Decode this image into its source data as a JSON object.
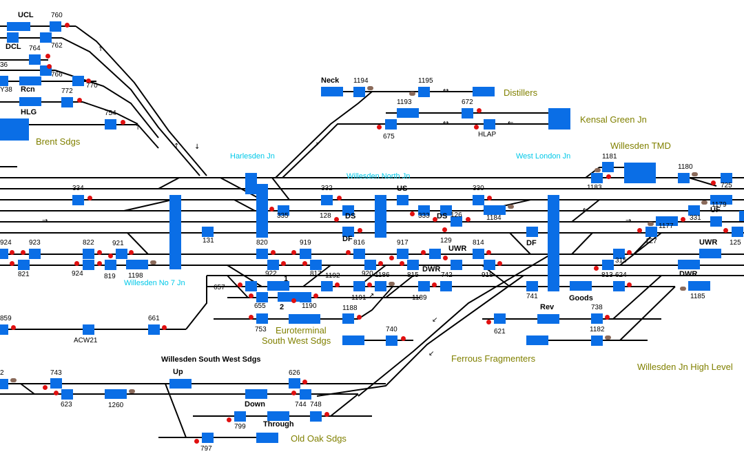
{
  "view": {
    "title": "Willesden signalling panel",
    "background": "#ffffff",
    "colors": {
      "track": "#000000",
      "berth": "#0a6ee6",
      "signal": "#e01010",
      "ground_signal": "#8a6a5a",
      "junction_label": "#00c8e8",
      "location_label": "#808000"
    }
  },
  "areas": {
    "brent": "Brent Sdgs",
    "distillers": "Distillers",
    "kensal": "Kensal Green Jn",
    "tmd": "Willesden TMD",
    "euro1": "Euroterminal",
    "euro2": "South West Sdgs",
    "ferrous": "Ferrous Fragmenters",
    "highlevel": "Willesden Jn High Level",
    "oldoak": "Old Oak Sdgs"
  },
  "junctions": {
    "harlesden": "Harlesden Jn",
    "north": "Willesden North Jn",
    "westlondon": "West London Jn",
    "no7": "Willesden No 7 Jn"
  },
  "lines": {
    "ucl": "UCL",
    "dcl": "DCL",
    "rcn": "Rcn",
    "hlg": "HLG",
    "neck": "Neck",
    "us": "US",
    "ds1": "DS",
    "ds2": "DS",
    "df1": "DF",
    "df2": "DF",
    "uwr1": "UWR",
    "uwr2": "UWR",
    "dwr1": "DWR",
    "dwr2": "DWR",
    "uf": "UF",
    "goods": "Goods",
    "rev": "Rev",
    "up": "Up",
    "down": "Down",
    "through": "Through",
    "swsdgs": "Willesden South West Sdgs",
    "one": "1",
    "two": "2"
  },
  "berth_ids": {
    "s760": "760",
    "s762": "762",
    "s764": "764",
    "s36": "36",
    "s766": "766",
    "y38": "Y38",
    "s770": "770",
    "s772": "772",
    "s754": "754",
    "s1194": "1194",
    "s1195": "1195",
    "s1193": "1193",
    "s672": "672",
    "s675": "675",
    "hlap": "HLAP",
    "s334": "334",
    "s332": "332",
    "s128": "128",
    "s335": "335",
    "s333": "333",
    "s126": "126",
    "s129": "129",
    "s330": "330",
    "s1184": "1184",
    "s131": "131",
    "s1181": "1181",
    "s1183": "1183",
    "s1180": "1180",
    "s725": "725",
    "s1179": "1179",
    "s331": "331",
    "s1177": "1177",
    "s127": "127",
    "s125": "125",
    "s924a": "924",
    "s923": "923",
    "s821": "821",
    "s822": "822",
    "s924b": "924",
    "s921": "921",
    "s819": "819",
    "s1198": "1198",
    "s820": "820",
    "s922": "922",
    "s919": "919",
    "s817": "817",
    "s816": "816",
    "s920": "920",
    "s917": "917",
    "s1186": "1186",
    "s815": "815",
    "s814": "814",
    "s918": "918",
    "s742": "742",
    "s657": "657",
    "s655": "655",
    "s1192": "1192",
    "s1190": "1190",
    "s1191": "1191",
    "s1189": "1189",
    "s741": "741",
    "s315": "315",
    "s813": "813",
    "s624": "624",
    "s1185": "1185",
    "s859": "859",
    "s661": "661",
    "acw21": "ACW21",
    "s753": "753",
    "s1188": "1188",
    "s740": "740",
    "s621": "621",
    "s738": "738",
    "s1182": "1182",
    "s2": "2",
    "s743": "743",
    "s623": "623",
    "s1260": "1260",
    "s626": "626",
    "s744": "744",
    "s748": "748",
    "s799": "799",
    "s797": "797"
  }
}
